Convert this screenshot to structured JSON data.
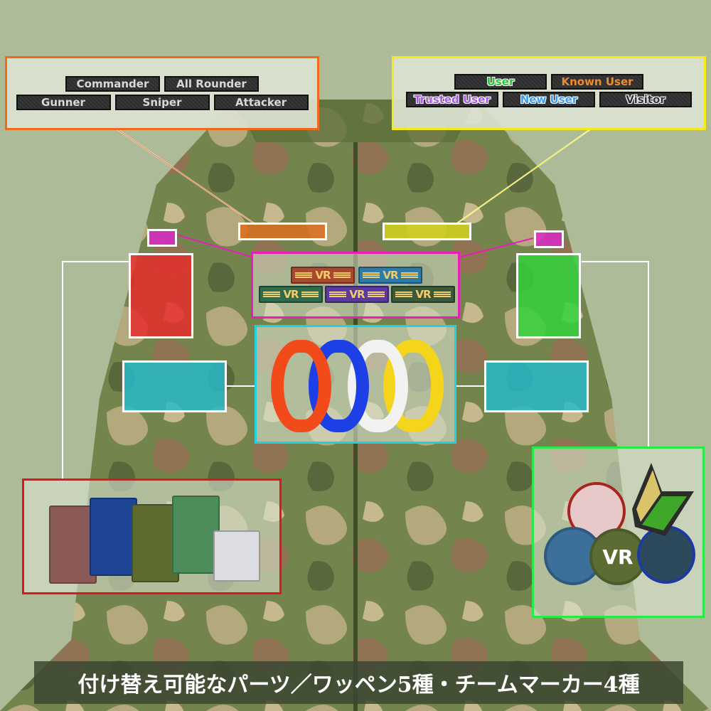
{
  "caption": "付け替え可能なパーツ／ワッペン5種・チームマーカー4種",
  "colors": {
    "background": "#adbb98",
    "role_box_border": "#ee6a1c",
    "user_box_border": "#f5ea1a",
    "vr_box_border": "#e61fb9",
    "armband_box_border": "#22d1e0",
    "left_patch_box_border": "#e0161e",
    "right_marker_box_border": "#2ae84a"
  },
  "role_tags": {
    "row1": [
      "Commander",
      "All Rounder"
    ],
    "row2": [
      "Gunner",
      "Sniper",
      "Attacker"
    ]
  },
  "user_rank_tags": {
    "row1": [
      {
        "label": "User",
        "color": "#2fc43a"
      },
      {
        "label": "Known User",
        "color": "#f08a2e"
      }
    ],
    "row2": [
      {
        "label": "Trusted User",
        "color": "#a65be0"
      },
      {
        "label": "New User",
        "color": "#3c9ef0"
      },
      {
        "label": "Visitor",
        "color": "#333333"
      }
    ]
  },
  "vr_patches": {
    "text": "VR",
    "colors": [
      "#a8492e",
      "#2f7aa6",
      "#2f6b4c",
      "#5a3aa0",
      "#3b5a3a"
    ]
  },
  "armbands": {
    "colors": [
      "#f24a18",
      "#1d3fe6",
      "#f2f2f2",
      "#f5d51c"
    ]
  },
  "left_patches": [
    {
      "name": "skull-headset-rifle",
      "color": "#8c5a56"
    },
    {
      "name": "skull-crossbones-rifle",
      "color": "#1e4596"
    },
    {
      "name": "assault-rifle",
      "color": "#5d6b2e"
    },
    {
      "name": "bear",
      "color": "#4d8d5c"
    },
    {
      "name": "smg",
      "color": "#dcdde2"
    }
  ],
  "team_markers": [
    {
      "name": "dragon",
      "color": "#a8241e"
    },
    {
      "name": "beginner-mark",
      "color": "#d9c46a"
    },
    {
      "name": "torii",
      "color": "#3d6f9b"
    },
    {
      "name": "vr-emblem",
      "color": "#5b6d33",
      "text": "VR"
    },
    {
      "name": "crystal",
      "color": "#1c3aa2"
    }
  ]
}
